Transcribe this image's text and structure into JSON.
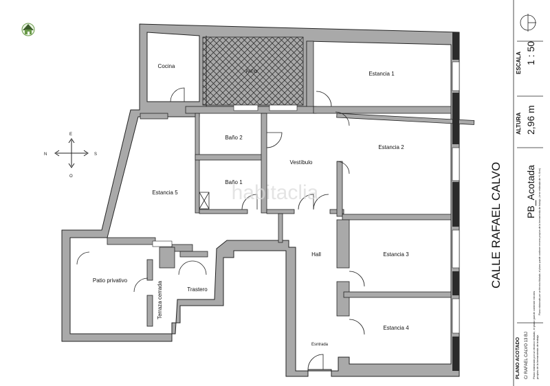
{
  "logo": {
    "icon": "house-logo-icon"
  },
  "compass": {
    "n": "N",
    "s": "S",
    "e": "E",
    "o": "O",
    "icon": "compass-rose-icon"
  },
  "rooms": {
    "cocina": "Cocina",
    "patio": "PATIO",
    "estancia1": "Estancia 1",
    "estancia2": "Estancia 2",
    "estancia3": "Estancia 3",
    "estancia4": "Estancia 4",
    "estancia5": "Estancia 5",
    "bano1": "Baño 1",
    "bano2": "Baño 2",
    "vestibulo": "Vestíbulo",
    "hall": "Hall",
    "entrada": "Esntrada",
    "patio_privativo": "Patio privativo",
    "terraza": "Terraza cerrada",
    "trastero": "Trastero"
  },
  "street": "CALLE RAFAEL CALVO",
  "watermark": "habitaclia",
  "sidebar": {
    "escala_label": "ESCALA",
    "escala_value": "1 : 50",
    "altura_label": "ALTURA",
    "altura_value": "2,96 m",
    "plan_title": "PB_Acotada",
    "plan_note": "Plano elaborado por un técnico titulado, el plano puede contener errores propios de la herramienta de trabajo. (error estimado de +/- 6cm)",
    "footer_title": "PLANO ACOTADO",
    "footer_address": "C/ RAFAEL CALVO 13 BJ",
    "footer_note": "Plano elaborado por un técnico titulado, el plano puede contener errores propios de la herramienta de trabajo."
  },
  "colors": {
    "wall": "#a9a9a9",
    "wall_stroke": "#222222",
    "window": "#2b2b2b"
  }
}
